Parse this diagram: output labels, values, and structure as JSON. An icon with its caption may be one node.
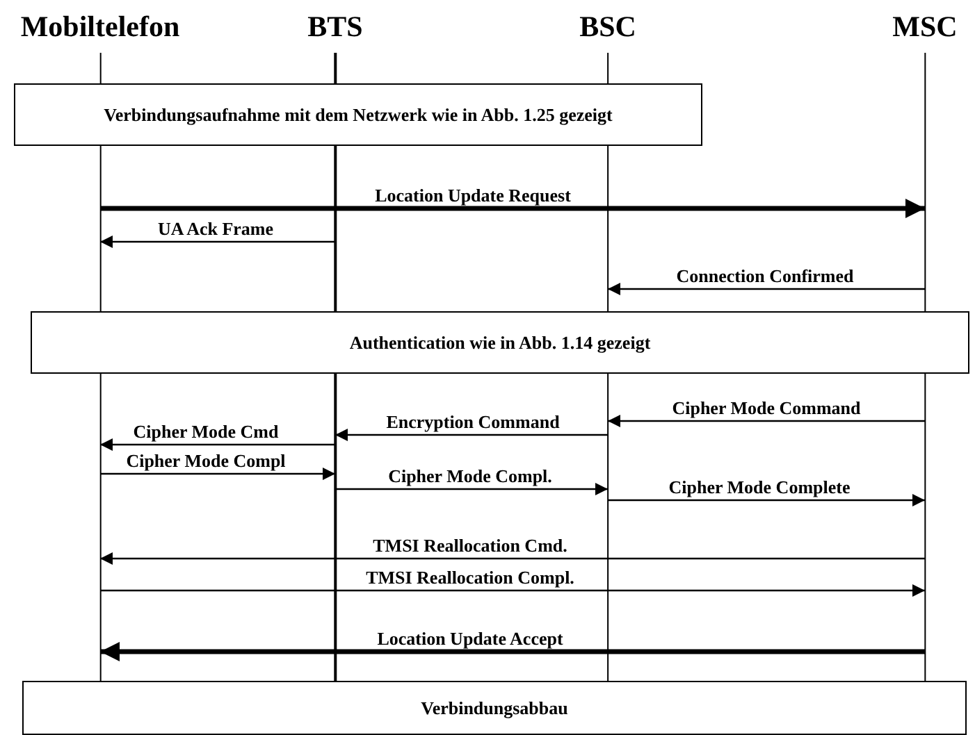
{
  "diagram": {
    "nodes": [
      {
        "text": [
          "Mobiltelefon"
        ]
      },
      {
        "text": [
          "BTS"
        ]
      },
      {
        "text": [
          "BSC"
        ]
      },
      {
        "text": [
          "MSC"
        ]
      },
      {
        "text": [
          "Verbindungsaufnahme mit dem Netzwerk wie in Abb. 1.25 gezeigt"
        ]
      },
      {
        "text": [
          "Authentication wie in Abb. 1.14 gezeigt"
        ]
      },
      {
        "text": [
          "Verbindungsabbau"
        ]
      }
    ],
    "edges": [
      {
        "from": 0,
        "to": 3,
        "arrow": "to",
        "label": "Location Update Request",
        "style": "thick"
      },
      {
        "from": 1,
        "to": 0,
        "arrow": "to",
        "label": "UA Ack Frame"
      },
      {
        "from": 3,
        "to": 2,
        "arrow": "to",
        "label": "Connection Confirmed"
      },
      {
        "from": 3,
        "to": 2,
        "arrow": "to",
        "label": "Cipher Mode Command"
      },
      {
        "from": 2,
        "to": 1,
        "arrow": "to",
        "label": "Encryption Command"
      },
      {
        "from": 1,
        "to": 0,
        "arrow": "to",
        "label": "Cipher Mode Cmd"
      },
      {
        "from": 0,
        "to": 1,
        "arrow": "to",
        "label": "Cipher Mode Compl"
      },
      {
        "from": 1,
        "to": 2,
        "arrow": "to",
        "label": "Cipher Mode Compl."
      },
      {
        "from": 2,
        "to": 3,
        "arrow": "to",
        "label": "Cipher Mode Complete"
      },
      {
        "from": 3,
        "to": 0,
        "arrow": "to",
        "label": "TMSI Reallocation Cmd."
      },
      {
        "from": 0,
        "to": 3,
        "arrow": "to",
        "label": "TMSI Reallocation Compl."
      },
      {
        "from": 3,
        "to": 0,
        "arrow": "to",
        "label": "Location Update Accept",
        "style": "thick"
      }
    ]
  }
}
